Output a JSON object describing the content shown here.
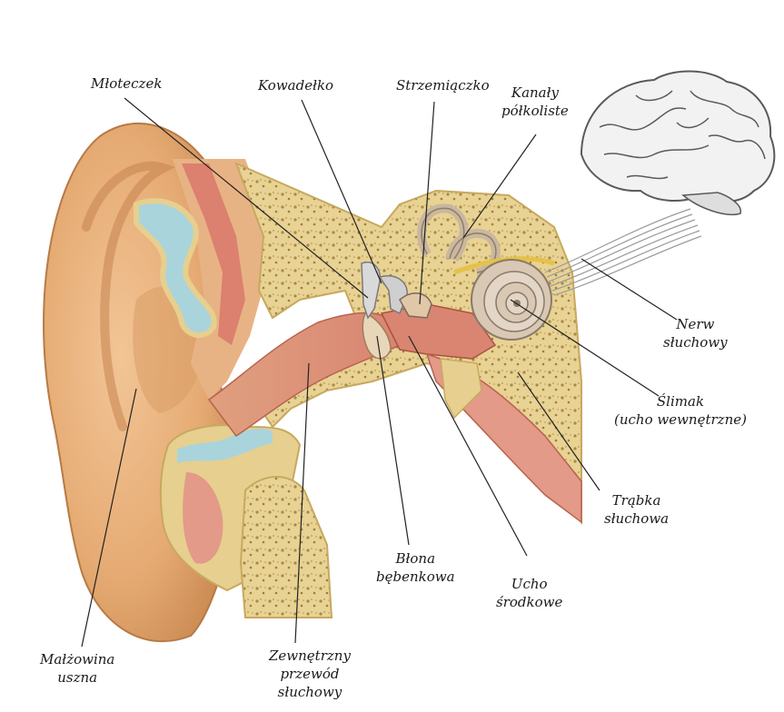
{
  "labels": {
    "mloteczek": "Młoteczek",
    "kowadelko": "Kowadełko",
    "strzemiaczko": "Strzemiączko",
    "kanaly": [
      "Kanały",
      "półkoliste"
    ],
    "nerw": [
      "Nerw",
      "słuchowy"
    ],
    "slimak": [
      "Ślimak",
      "(ucho wewnętrzne)"
    ],
    "trabka": [
      "Trąbka",
      "słuchowa"
    ],
    "ucho_srodkowe": [
      "Ucho",
      "środkowe"
    ],
    "blona": [
      "Błona",
      "bębenkowa"
    ],
    "przewod": [
      "Zewnętrzny",
      "przewód",
      "słuchowy"
    ],
    "malzowina": [
      "Małżowina",
      "uszna"
    ]
  },
  "colors": {
    "skin": "#e9b27c",
    "skin_dark": "#c98a55",
    "bone": "#e6cf8f",
    "bone_dark": "#c7a95e",
    "canal": "#e7a394",
    "cartilage": "#a9d4dc",
    "muscle": "#d9776c",
    "cochlea": "#d8c8b4",
    "brain": "#f2f2f2"
  }
}
